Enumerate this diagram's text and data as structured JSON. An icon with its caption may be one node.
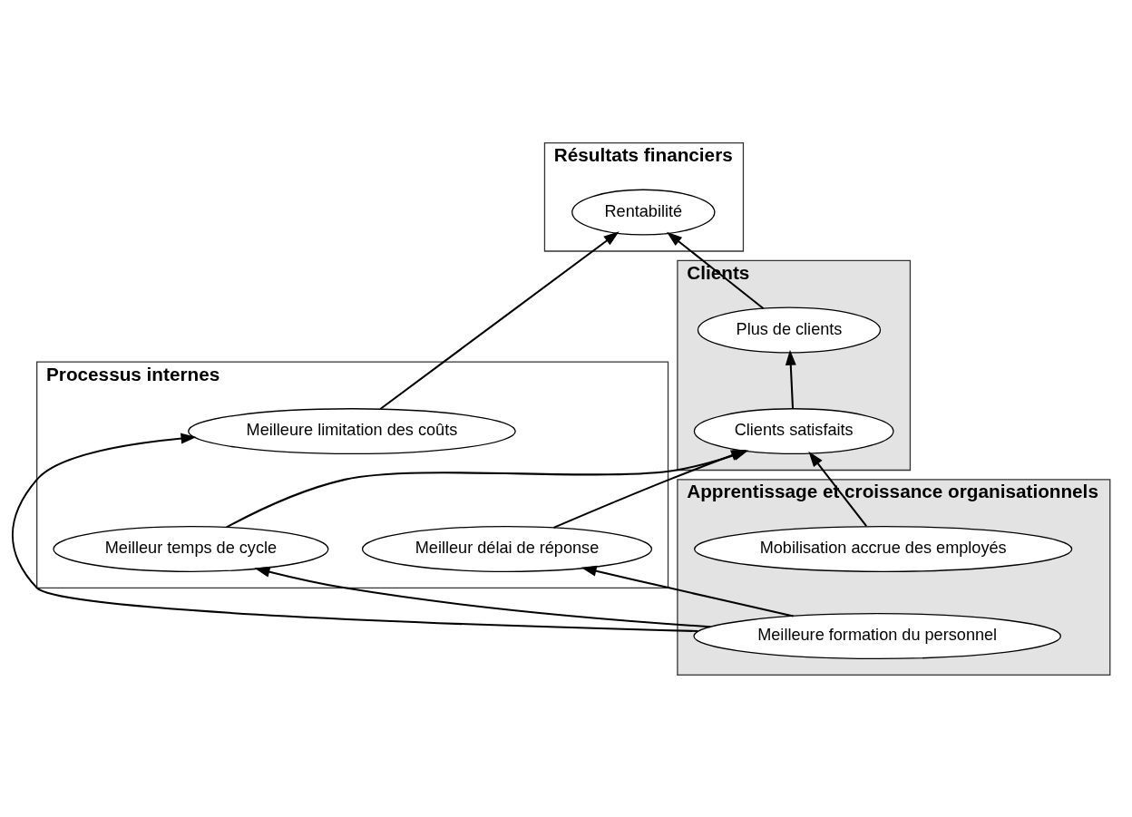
{
  "diagram": {
    "nodes": [
      {
        "text": [
          "Résultats financiers"
        ]
      },
      {
        "text": [
          "Rentabilité"
        ],
        "in": 0
      },
      {
        "text": [
          "Clients"
        ]
      },
      {
        "text": [
          "Plus de clients"
        ],
        "in": 2
      },
      {
        "text": [
          "Clients satisfaits"
        ],
        "in": 2
      },
      {
        "text": [
          "Processus internes"
        ]
      },
      {
        "text": [
          "Meilleure limitation des coûts"
        ],
        "in": 5
      },
      {
        "text": [
          "Meilleur délai de réponse"
        ],
        "in": 5
      },
      {
        "text": [
          "Meilleur temps de cycle"
        ],
        "in": 5
      },
      {
        "text": [
          "Apprentissage et croissance organisationnels"
        ]
      },
      {
        "text": [
          "Meilleure formation du personnel"
        ],
        "in": 9
      },
      {
        "text": [
          "Mobilisation accrue des employés"
        ],
        "in": 9
      }
    ],
    "edges": [
      {
        "from": 6,
        "to": 1,
        "arrow": "to"
      },
      {
        "from": 3,
        "to": 1,
        "arrow": "to"
      },
      {
        "from": 4,
        "to": 3,
        "arrow": "to"
      },
      {
        "from": 7,
        "to": 4,
        "arrow": "to"
      },
      {
        "from": 8,
        "to": 4,
        "arrow": "to"
      },
      {
        "from": 11,
        "to": 4,
        "arrow": "to"
      },
      {
        "from": 10,
        "to": 6,
        "arrow": "to"
      },
      {
        "from": 10,
        "to": 7,
        "arrow": "to"
      },
      {
        "from": 10,
        "to": 8,
        "arrow": "to"
      }
    ]
  }
}
